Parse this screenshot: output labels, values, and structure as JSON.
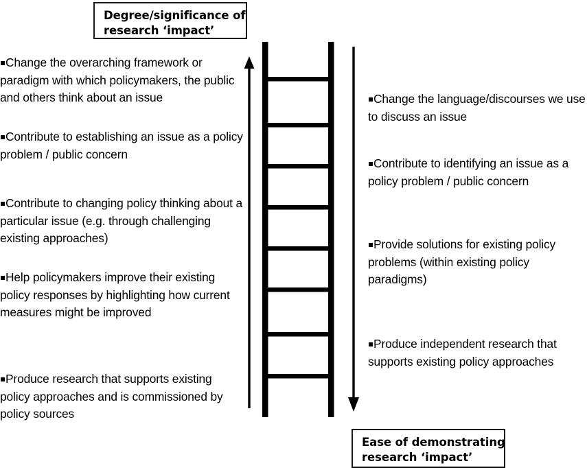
{
  "diagram": {
    "title_box_top": {
      "lines": [
        "Degree/significance of",
        "research ‘impact’"
      ]
    },
    "title_box_bottom": {
      "lines": [
        "Ease of demonstrating",
        "research ‘impact’"
      ]
    },
    "left_axis": {
      "icon": "arrow-up",
      "meaning": "increasing degree/significance of research impact"
    },
    "right_axis": {
      "icon": "arrow-down",
      "meaning": "increasing ease of demonstrating research impact"
    },
    "ladder": {
      "rungs": 8,
      "rail_color": "#000000"
    },
    "left_items": [
      {
        "bullet": "▪",
        "text": "Change the overarching framework or paradigm with which policymakers, the public and others think about an issue"
      },
      {
        "bullet": "▪",
        "text": "Contribute to establishing an issue as a policy problem / public concern"
      },
      {
        "bullet": "▪",
        "text": "Contribute to changing policy thinking about a particular issue (e.g. through challenging existing approaches)"
      },
      {
        "bullet": "▪",
        "text": "Help policymakers improve their existing policy responses by highlighting how current measures might be improved"
      },
      {
        "bullet": "▪",
        "text": "Produce research that supports existing policy approaches and is commissioned by policy sources"
      }
    ],
    "right_items": [
      {
        "bullet": "▪",
        "text": "Change the language/discourses we use to discuss an issue"
      },
      {
        "bullet": "▪",
        "text": "Contribute to identifying an issue as a policy problem / public concern"
      },
      {
        "bullet": "▪",
        "text": "Provide solutions for existing policy problems (within existing policy paradigms)"
      },
      {
        "bullet": "▪",
        "text": "Produce independent research that supports existing policy approaches"
      }
    ],
    "colors": {
      "ink": "#000000",
      "background": "#ffffff",
      "box_border": "#1a1a1a"
    }
  }
}
